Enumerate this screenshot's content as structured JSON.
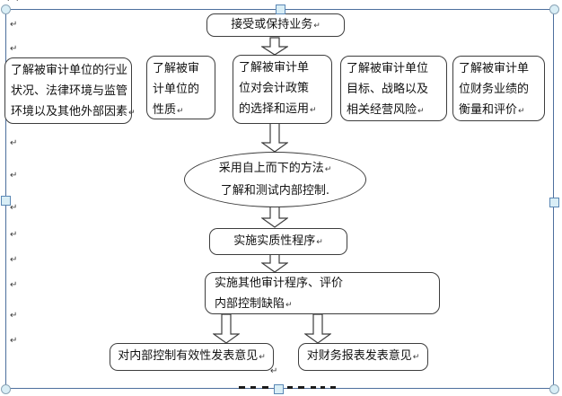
{
  "document": {
    "background": "#ffffff",
    "canvas_border_color": "#4d6f9d",
    "selection_handle_fill": "#d9eef6",
    "selection_handle_border": "#5b88b5",
    "shape_border_color": "#3d3d3d",
    "shape_fill": "#ffffff"
  },
  "formatting": {
    "paragraph_mark": "↵"
  },
  "flowchart": {
    "nodes": [
      {
        "id": "accept-engagement",
        "shape": "rounded-rect",
        "lines": [
          "接受或保持业务"
        ]
      },
      {
        "id": "understand-industry",
        "shape": "rounded-rect",
        "lines": [
          "了解被审计单位的行业",
          "状况、法律环境与监管",
          "环境以及其他外部因素"
        ]
      },
      {
        "id": "understand-nature",
        "shape": "rounded-rect",
        "lines": [
          "了解被审",
          "计单位的",
          "性质"
        ]
      },
      {
        "id": "understand-accounting-policy",
        "shape": "rounded-rect",
        "lines": [
          "了解被审计单",
          "位对会计政策",
          "的选择和运用"
        ]
      },
      {
        "id": "understand-objectives-risks",
        "shape": "rounded-rect",
        "lines": [
          "了解被审计单位",
          "目标、战略以及",
          "相关经营风险"
        ]
      },
      {
        "id": "understand-financial-performance",
        "shape": "rounded-rect",
        "lines": [
          "了解被审计单",
          "位财务业绩的",
          "衡量和评价"
        ]
      },
      {
        "id": "top-down-internal-control",
        "shape": "ellipse",
        "lines": [
          "采用自上而下的方法",
          "了解和测试内部控制."
        ]
      },
      {
        "id": "substantive-procedures",
        "shape": "rounded-rect",
        "lines": [
          "实施实质性程序"
        ]
      },
      {
        "id": "other-audit-procedures",
        "shape": "rounded-rect",
        "lines": [
          "实施其他审计程序、评价",
          "内部控制缺陷"
        ]
      },
      {
        "id": "opinion-internal-control",
        "shape": "rounded-rect",
        "lines": [
          "对内部控制有效性发表意见"
        ]
      },
      {
        "id": "opinion-financial-statements",
        "shape": "rounded-rect",
        "lines": [
          "对财务报表发表意见"
        ]
      }
    ]
  }
}
